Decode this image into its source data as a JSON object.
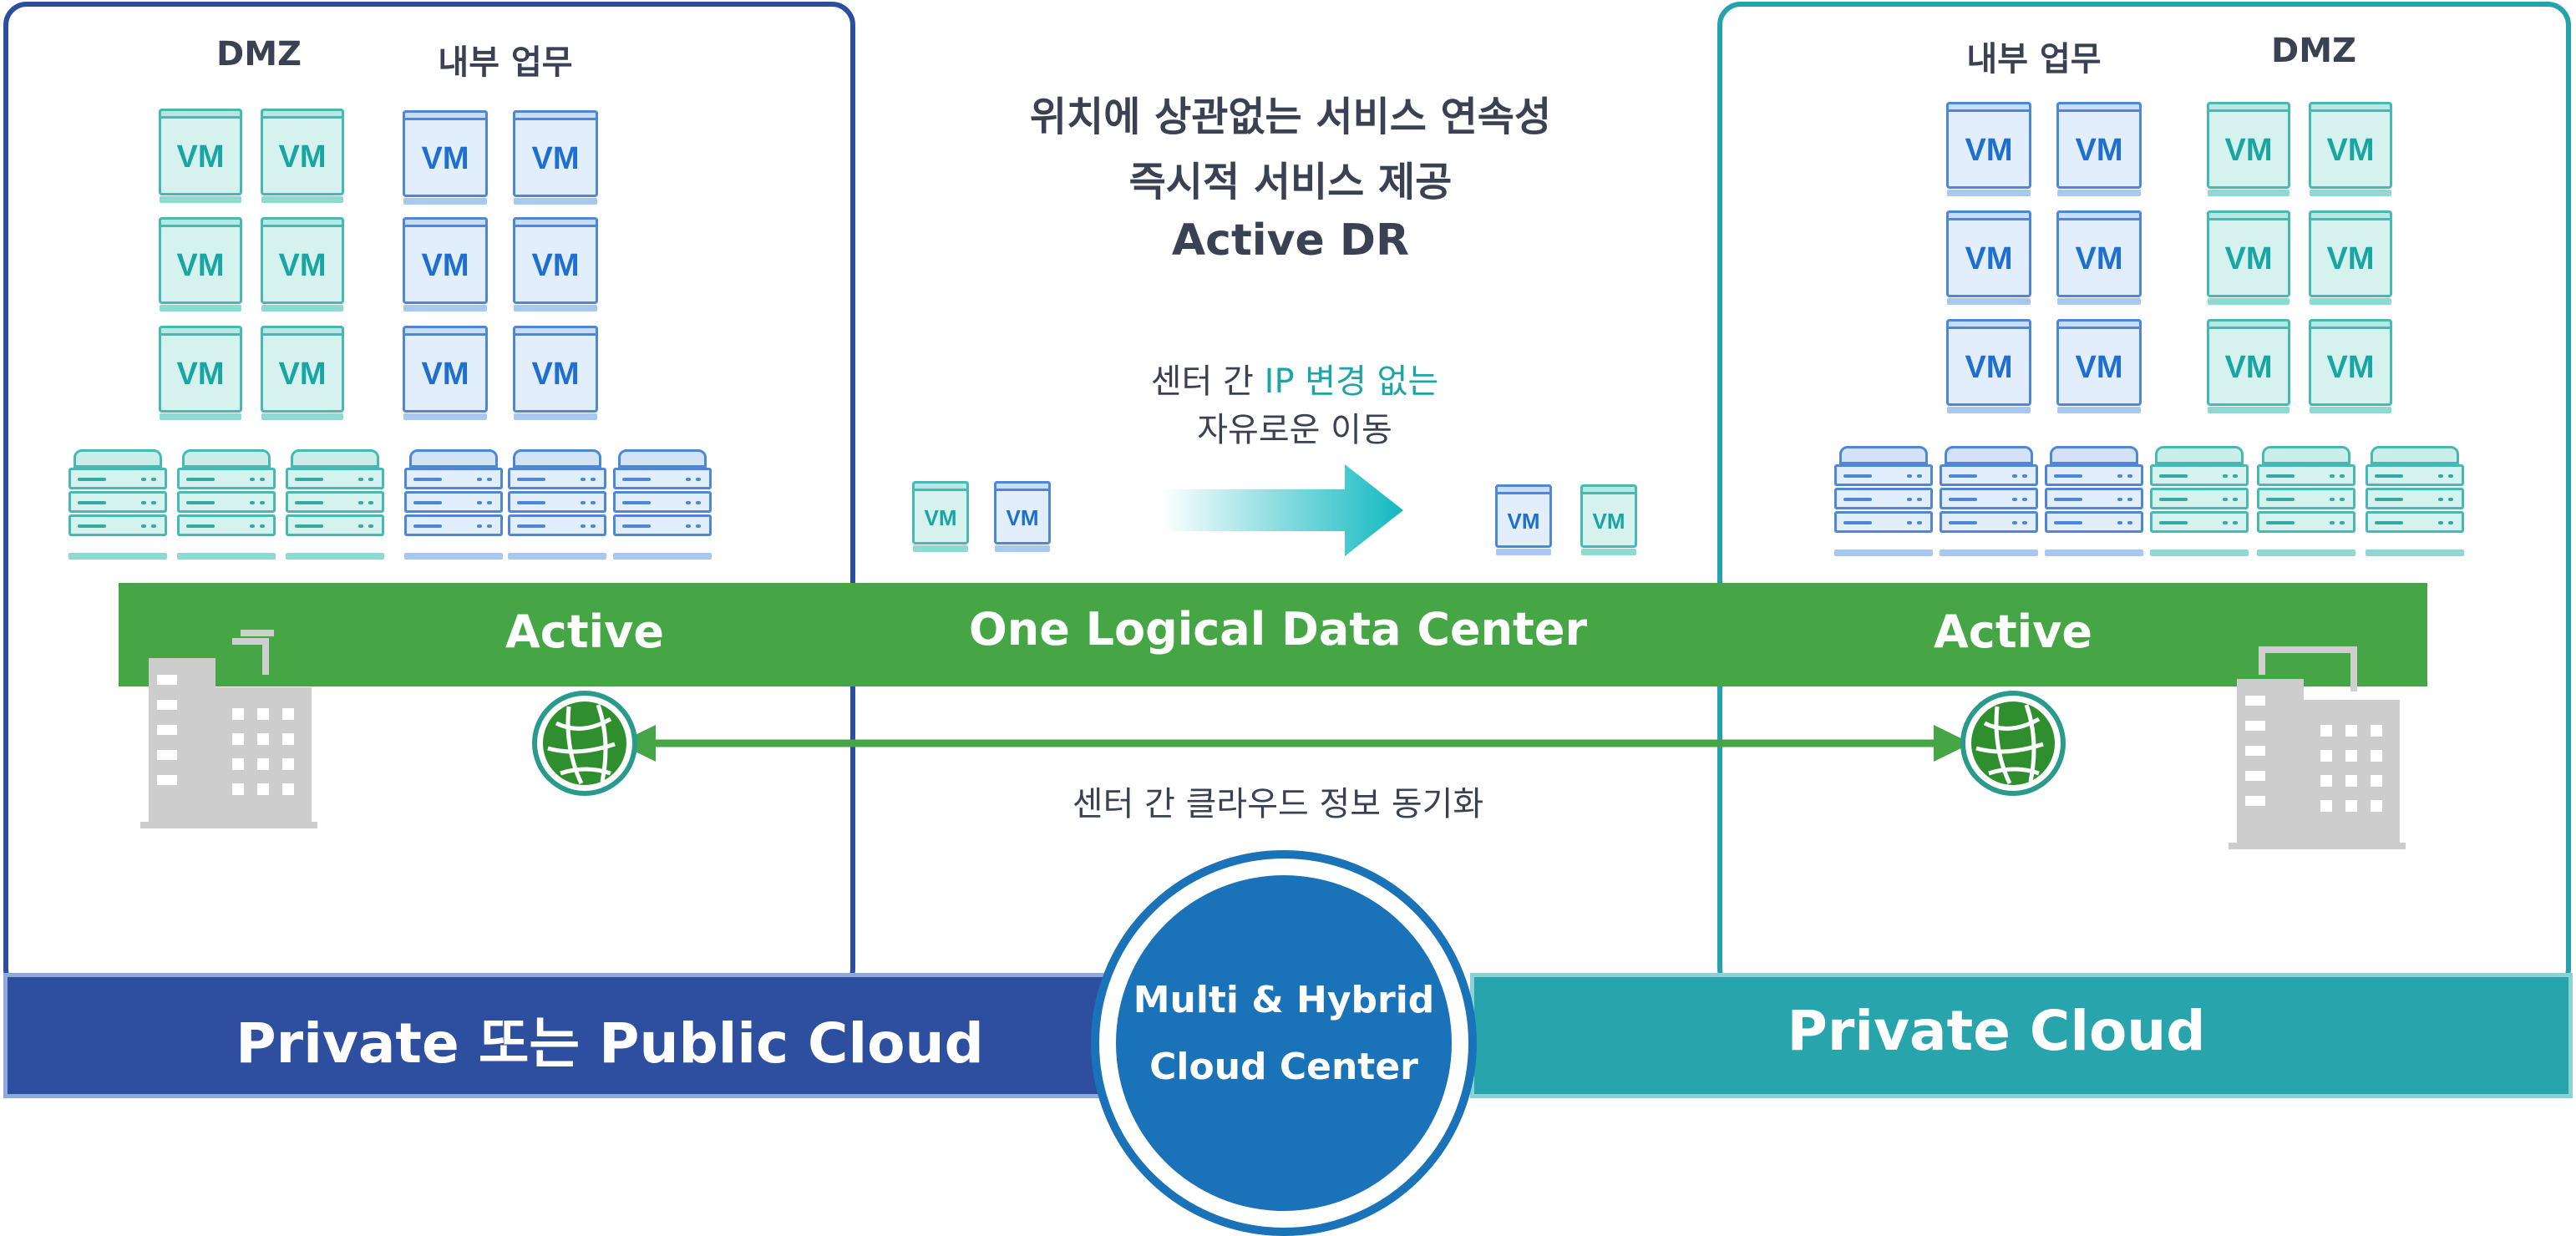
{
  "left_panel": {
    "group1_label": "DMZ",
    "group2_label": "내부 업무",
    "vm_label": "VM",
    "status": "Active",
    "cloud_label": "Private 또는 Public Cloud"
  },
  "right_panel": {
    "group1_label": "내부 업무",
    "group2_label": "DMZ",
    "vm_label": "VM",
    "status": "Active",
    "cloud_label": "Private Cloud"
  },
  "center": {
    "title_line1": "위치에 상관없는 서비스 연속성",
    "title_line2": "즉시적 서비스 제공",
    "title_line3": "Active DR",
    "move_prefix": "센터 간 ",
    "move_highlight": "IP 변경 없는",
    "move_line2": "자유로운 이동",
    "vm_label": "VM",
    "bar_label": "One Logical Data Center",
    "sync_label": "센터 간 클라우드 정보 동기화",
    "hub_line1": "Multi & Hybrid",
    "hub_line2": "Cloud Center"
  },
  "colors": {
    "left_blue": "#2e4e9f",
    "right_teal": "#28a4ad",
    "green_bar": "#46a646",
    "hub_blue": "#1a72b8",
    "highlight_teal": "#1aa6a6"
  }
}
